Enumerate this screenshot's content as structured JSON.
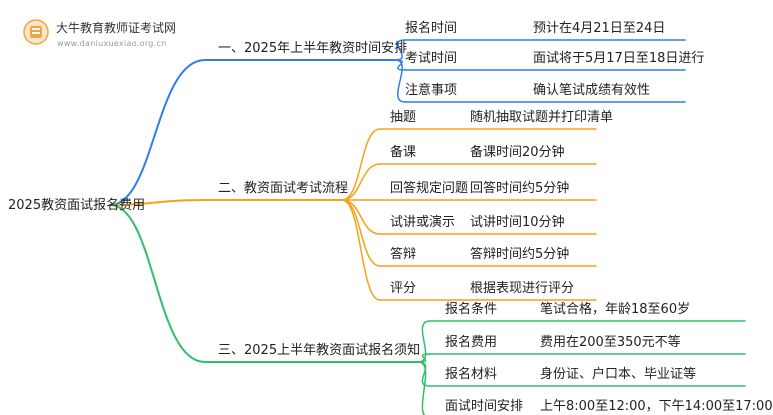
{
  "site": {
    "title": "大牛教育教师证考试网",
    "url": "www.daniuxuexiao.org.cn"
  },
  "root": {
    "label": "2025教资面试报名费用"
  },
  "colors": {
    "blue": "#2f7fe8",
    "orange": "#f4a21a",
    "green": "#2ec06b"
  },
  "branches": [
    {
      "label": "一、2025年上半年教资时间安排",
      "color": "blue",
      "items": [
        {
          "key": "报名时间",
          "value": "预计在4月21日至24日"
        },
        {
          "key": "考试时间",
          "value": "面试将于5月17日至18日进行"
        },
        {
          "key": "注意事项",
          "value": "确认笔试成绩有效性"
        }
      ]
    },
    {
      "label": "二、教资面试考试流程",
      "color": "orange",
      "items": [
        {
          "key": "抽题",
          "value": "随机抽取试题并打印清单"
        },
        {
          "key": "备课",
          "value": "备课时间20分钟"
        },
        {
          "key": "回答规定问题",
          "value": "回答时间约5分钟"
        },
        {
          "key": "试讲或演示",
          "value": "试讲时间10分钟"
        },
        {
          "key": "答辩",
          "value": "答辩时间约5分钟"
        },
        {
          "key": "评分",
          "value": "根据表现进行评分"
        }
      ]
    },
    {
      "label": "三、2025上半年教资面试报名须知",
      "color": "green",
      "items": [
        {
          "key": "报名条件",
          "value": "笔试合格，年龄18至60岁"
        },
        {
          "key": "报名费用",
          "value": "费用在200至350元不等"
        },
        {
          "key": "报名材料",
          "value": "身份证、户口本、毕业证等"
        },
        {
          "key": "面试时间安排",
          "value": "上午8:00至12:00，下午14:00至17:00"
        }
      ]
    }
  ]
}
